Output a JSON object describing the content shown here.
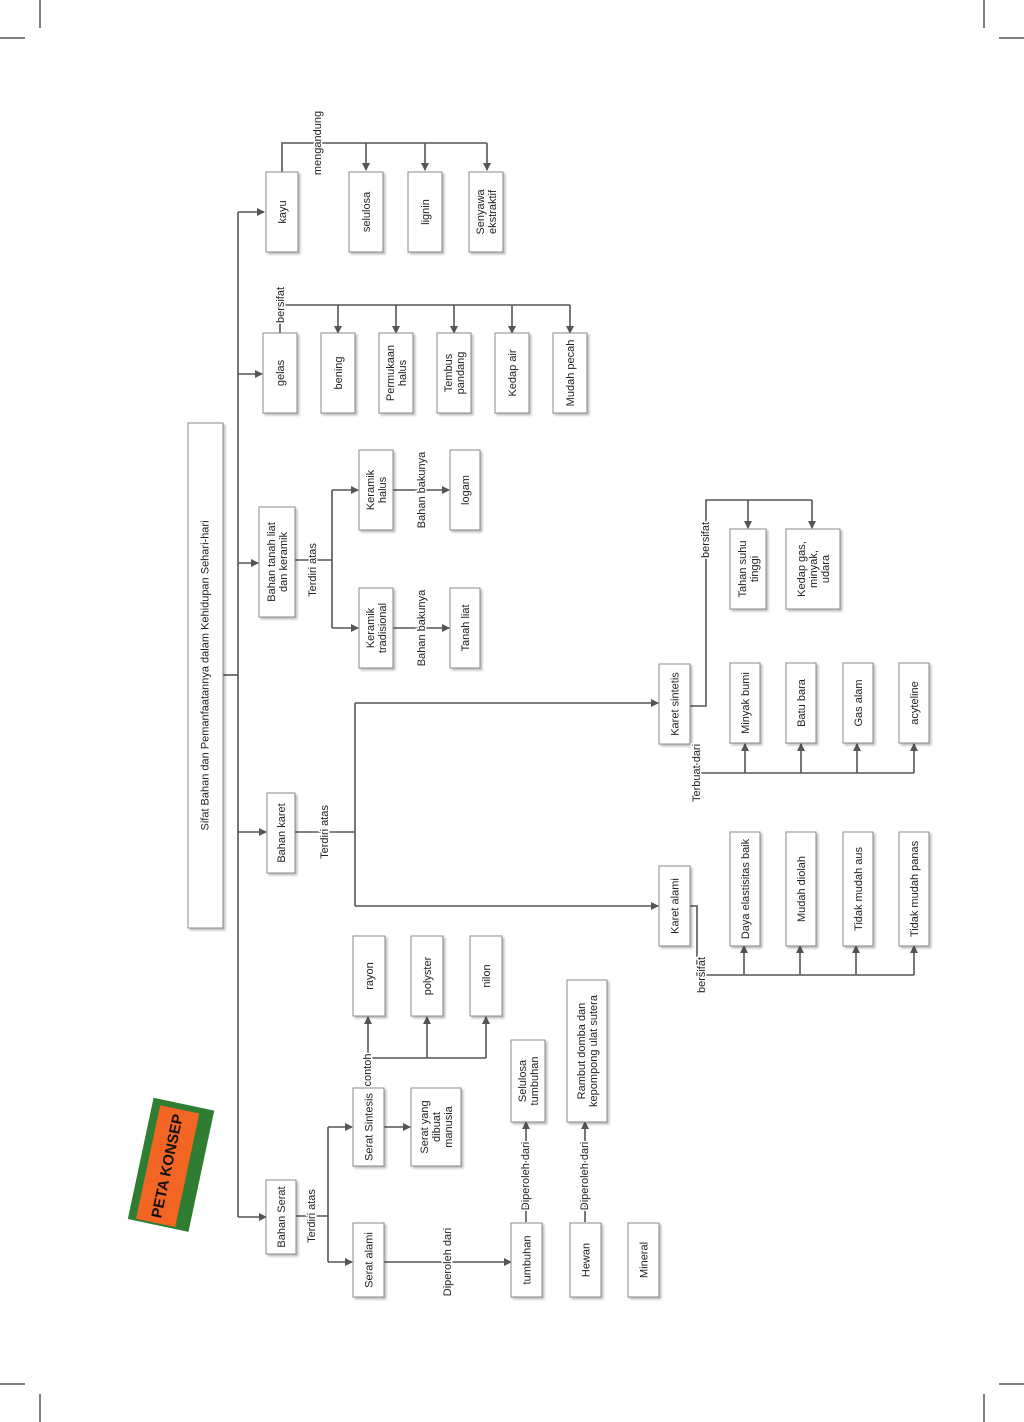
{
  "title": "Sifat Bahan dan Pemanfaatannya dalam Kehidupan Sehari-hari",
  "badge": "PETA KONSEP",
  "colors": {
    "badge_orange": "#f26522",
    "badge_green": "#2e7d32",
    "box_border": "#8a8a8a",
    "line": "#555555"
  },
  "nodes": {
    "kayu": "kayu",
    "selulosa": "selulosa",
    "lignin": "lignin",
    "senyawa": [
      "Senyawa",
      "ekstraktif"
    ],
    "gelas": "gelas",
    "bening": "bening",
    "permukaan": [
      "Permukaan",
      "halus"
    ],
    "tembus": [
      "Tembus",
      "pandang"
    ],
    "kedap_air": "Kedap air",
    "mudah_pecah": "Mudah pecah",
    "tanah_liat": [
      "Bahan tanah liat",
      "dan keramik"
    ],
    "keramik_halus": [
      "Keramik",
      "halus"
    ],
    "keramik_tradisional": [
      "Keramik",
      "tradisional"
    ],
    "logam": "logam",
    "tanah_liat2": "Tanah liat",
    "karet": "Bahan karet",
    "karet_sintetis": "Karet sintetis",
    "karet_alami": "Karet alami",
    "tahan_suhu": [
      "Tahan suhu",
      "tinggi"
    ],
    "kedap_gas": [
      "Kedap gas,",
      "minyak,",
      "udara"
    ],
    "minyak_bumi": "Minyak bumi",
    "batu_bara": "Batu bara",
    "gas_alam": "Gas alam",
    "acyteline": "acyteline",
    "daya": "Daya elastisitas baik",
    "mudah_diolah": "Mudah diolah",
    "tidak_aus": "Tidak mudah aus",
    "tidak_panas": "Tidak mudah panas",
    "serat": "Bahan Serat",
    "serat_sintesis": "Serat Sintesis",
    "serat_alami": "Serat alami",
    "rayon": "rayon",
    "polyster": "polyster",
    "nilon": "nilon",
    "serat_manusia": [
      "Serat yang",
      "dibuat",
      "manusia"
    ],
    "selulosa_tumbuhan": [
      "Selulosa",
      "tumbuhan"
    ],
    "rambut": [
      "Rambut domba dan",
      "kepompong ulat sutera"
    ],
    "tumbuhan": "tumbuhan",
    "hewan": "Hewan",
    "mineral": "Mineral"
  },
  "edge_labels": {
    "mengandung": "mengandung",
    "bersifat_gelas": "bersifat",
    "terdiri_tanah": "Terdiri atas",
    "bahan_bakunya_1": "Bahan bakunya",
    "bahan_bakunya_2": "Bahan bakunya",
    "terdiri_karet": "Terdiri atas",
    "bersifat_sintetis": "bersifat",
    "terbuat_dari": "Terbuat dari",
    "bersifat_alami": "bersifat",
    "terdiri_serat": "Terdiri atas",
    "contoh": "contoh",
    "diperoleh_dari": "Diperoleh dari",
    "diperoleh_1": "Diperoleh dari",
    "diperoleh_2": "Diperoleh dari"
  }
}
